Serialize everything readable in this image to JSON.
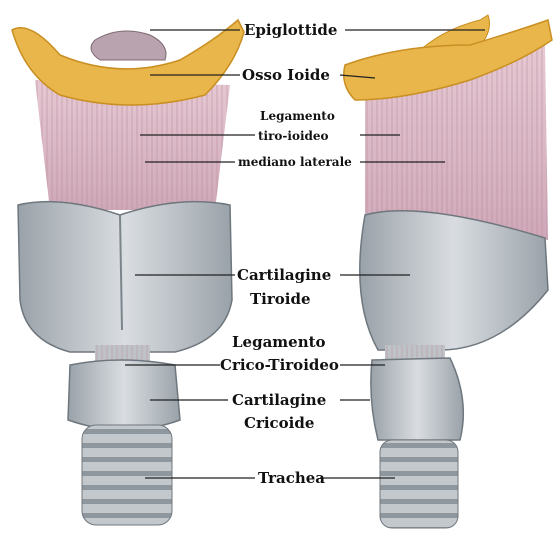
{
  "labels": {
    "epiglottide": "Epiglottide",
    "osso_ioide": "Osso Ioide",
    "legamento_tiro_1": "Legamento",
    "legamento_tiro_2": "tiro-ioideo",
    "legamento_tiro_3": "mediano   laterale",
    "cartilagine_tiroide_1": "Cartilagine",
    "cartilagine_tiroide_2": "Tiroide",
    "legamento_crico_1": "Legamento",
    "legamento_crico_2": "Crico-Tiroideo",
    "cartilagine_cricoide_1": "Cartilagine",
    "cartilagine_cricoide_2": "Cricoide",
    "trachea": "Trachea"
  },
  "colors": {
    "bone": "#e8b64a",
    "bone_dark": "#c98f22",
    "ligament": "#dcb8c6",
    "ligament_line": "#b88c9e",
    "cartilage": "#c9ced3",
    "cartilage_dark": "#8f979e",
    "cartilage_light": "#e4e7ea"
  }
}
